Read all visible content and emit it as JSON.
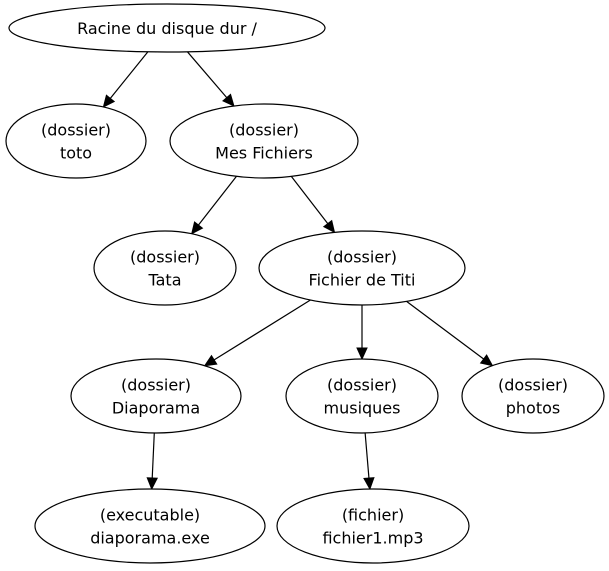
{
  "diagram": {
    "nodes": [
      {
        "id": "root",
        "lines": [
          "Racine du disque dur /"
        ]
      },
      {
        "id": "toto",
        "lines": [
          "(dossier)",
          "toto"
        ]
      },
      {
        "id": "mesfichiers",
        "lines": [
          "(dossier)",
          "Mes Fichiers"
        ]
      },
      {
        "id": "tata",
        "lines": [
          "(dossier)",
          "Tata"
        ]
      },
      {
        "id": "titi",
        "lines": [
          "(dossier)",
          "Fichier de Titi"
        ]
      },
      {
        "id": "diaporama",
        "lines": [
          "(dossier)",
          "Diaporama"
        ]
      },
      {
        "id": "musiques",
        "lines": [
          "(dossier)",
          "musiques"
        ]
      },
      {
        "id": "photos",
        "lines": [
          "(dossier)",
          "photos"
        ]
      },
      {
        "id": "exe",
        "lines": [
          "(executable)",
          "diaporama.exe"
        ]
      },
      {
        "id": "mp3",
        "lines": [
          "(fichier)",
          "fichier1.mp3"
        ]
      }
    ],
    "edges": [
      {
        "from": "root",
        "to": "toto"
      },
      {
        "from": "root",
        "to": "mesfichiers"
      },
      {
        "from": "mesfichiers",
        "to": "tata"
      },
      {
        "from": "mesfichiers",
        "to": "titi"
      },
      {
        "from": "titi",
        "to": "diaporama"
      },
      {
        "from": "titi",
        "to": "musiques"
      },
      {
        "from": "titi",
        "to": "photos"
      },
      {
        "from": "diaporama",
        "to": "exe"
      },
      {
        "from": "musiques",
        "to": "mp3"
      }
    ]
  }
}
